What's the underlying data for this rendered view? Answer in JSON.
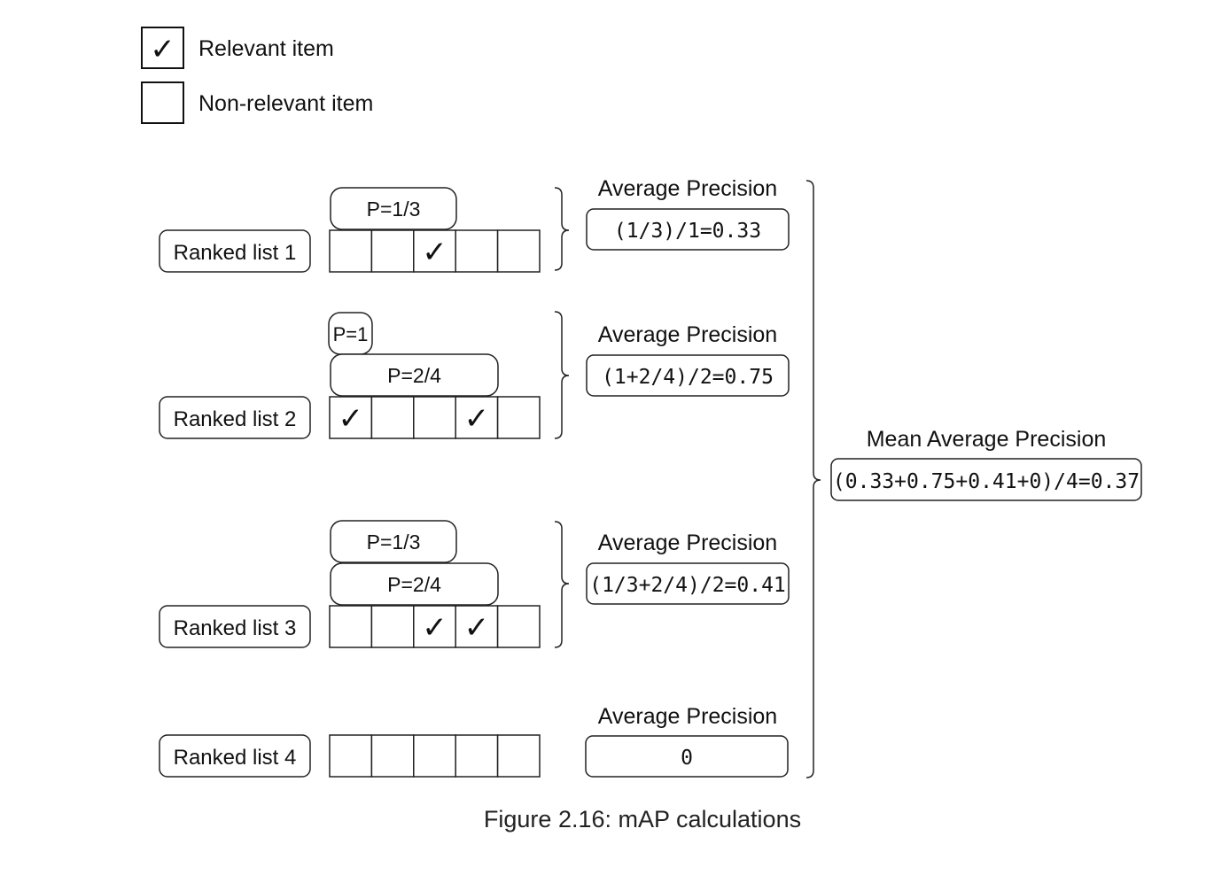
{
  "legend": {
    "relevant_label": "Relevant item",
    "nonrelevant_label": "Non-relevant item",
    "check_glyph": "✓"
  },
  "lists": [
    {
      "label": "Ranked list 1",
      "relevant": [
        false,
        false,
        true,
        false,
        false
      ],
      "precision_labels": [
        "P=1/3"
      ],
      "ap_title": "Average Precision",
      "ap_value": "(1/3)/1=0.33"
    },
    {
      "label": "Ranked list 2",
      "relevant": [
        true,
        false,
        false,
        true,
        false
      ],
      "precision_labels": [
        "P=1",
        "P=2/4"
      ],
      "ap_title": "Average Precision",
      "ap_value": "(1+2/4)/2=0.75"
    },
    {
      "label": "Ranked list 3",
      "relevant": [
        false,
        false,
        true,
        true,
        false
      ],
      "precision_labels": [
        "P=1/3",
        "P=2/4"
      ],
      "ap_title": "Average Precision",
      "ap_value": "(1/3+2/4)/2=0.41"
    },
    {
      "label": "Ranked list 4",
      "relevant": [
        false,
        false,
        false,
        false,
        false
      ],
      "precision_labels": [],
      "ap_title": "Average Precision",
      "ap_value": "0"
    }
  ],
  "map": {
    "title": "Mean Average Precision",
    "value": "(0.33+0.75+0.41+0)/4=0.37"
  },
  "caption": "Figure 2.16: mAP calculations"
}
